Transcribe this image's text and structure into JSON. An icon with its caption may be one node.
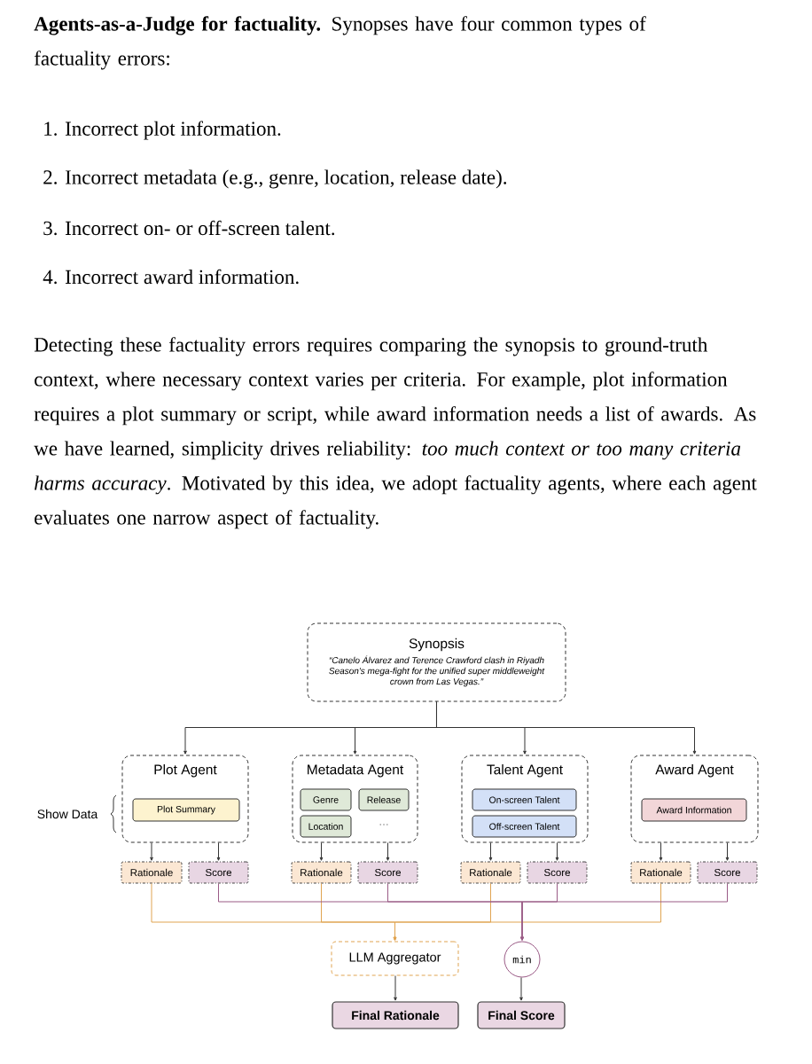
{
  "diagram": {
    "nodes": [
      {
        "text": [
          "Synopsis",
          "“Canelo Álvarez and Terence Crawford clash in Riyadh Season's mega-fight for the unified super middleweight crown from Las Vegas.”"
        ]
      },
      {
        "text": [
          "Plot Agent"
        ]
      },
      {
        "text": [
          "Plot Summary"
        ],
        "in": 1
      },
      {
        "text": [
          "Metadata Agent"
        ]
      },
      {
        "text": [
          "Genre"
        ],
        "in": 3
      },
      {
        "text": [
          "Release"
        ],
        "in": 3
      },
      {
        "text": [
          "Location"
        ],
        "in": 3
      },
      {
        "text": [
          "Talent Agent"
        ]
      },
      {
        "text": [
          "On-screen Talent"
        ],
        "in": 7
      },
      {
        "text": [
          "Off-screen Talent"
        ],
        "in": 7
      },
      {
        "text": [
          "Award Agent"
        ]
      },
      {
        "text": [
          "Award Information"
        ],
        "in": 10
      },
      {
        "text": [
          "Rationale"
        ]
      },
      {
        "text": [
          "Score"
        ]
      },
      {
        "text": [
          "Rationale"
        ]
      },
      {
        "text": [
          "Score"
        ]
      },
      {
        "text": [
          "Rationale"
        ]
      },
      {
        "text": [
          "Score"
        ]
      },
      {
        "text": [
          "Rationale"
        ]
      },
      {
        "text": [
          "Score"
        ]
      },
      {
        "text": [
          "LLM Aggregator"
        ]
      },
      {
        "text": [
          "min"
        ]
      },
      {
        "text": [
          "Final Rationale"
        ]
      },
      {
        "text": [
          "Final Score"
        ]
      }
    ],
    "edges": [
      {
        "from": 0,
        "to": 1,
        "arrow": "to"
      },
      {
        "from": 0,
        "to": 3,
        "arrow": "to"
      },
      {
        "from": 0,
        "to": 7,
        "arrow": "to"
      },
      {
        "from": 0,
        "to": 10,
        "arrow": "to"
      },
      {
        "from": 1,
        "to": 12,
        "arrow": "to"
      },
      {
        "from": 1,
        "to": 13,
        "arrow": "to"
      },
      {
        "from": 3,
        "to": 14,
        "arrow": "to"
      },
      {
        "from": 3,
        "to": 15,
        "arrow": "to"
      },
      {
        "from": 7,
        "to": 16,
        "arrow": "to"
      },
      {
        "from": 7,
        "to": 17,
        "arrow": "to"
      },
      {
        "from": 10,
        "to": 18,
        "arrow": "to"
      },
      {
        "from": 10,
        "to": 19,
        "arrow": "to"
      },
      {
        "from": 12,
        "to": 20,
        "arrow": "to",
        "color": "#e0a450"
      },
      {
        "from": 14,
        "to": 20,
        "arrow": "to",
        "color": "#e0a450"
      },
      {
        "from": 16,
        "to": 20,
        "arrow": "to",
        "color": "#e0a450"
      },
      {
        "from": 18,
        "to": 20,
        "arrow": "to",
        "color": "#e0a450"
      },
      {
        "from": 13,
        "to": 21,
        "arrow": "to",
        "color": "#9a5a86"
      },
      {
        "from": 15,
        "to": 21,
        "arrow": "to",
        "color": "#9a5a86"
      },
      {
        "from": 17,
        "to": 21,
        "arrow": "to",
        "color": "#9a5a86"
      },
      {
        "from": 19,
        "to": 21,
        "arrow": "to",
        "color": "#9a5a86"
      },
      {
        "from": 20,
        "to": 22,
        "arrow": "to"
      },
      {
        "from": 21,
        "to": 23,
        "arrow": "to"
      }
    ],
    "labels": [
      "**Agents-as-a-Judge for factuality.** Synopses have four common types of factuality errors:",
      "1. Incorrect plot information.",
      "2. Incorrect metadata (e.g., genre, location, release date).",
      "3. Incorrect on- or off-screen talent.",
      "4. Incorrect award information.",
      "Detecting these factuality errors requires comparing the synopsis to ground-truth context, where necessary context varies per criteria. For example, plot information requires a plot summary or script, while award information needs a list of awards. As we have learned, simplicity drives reliability: *too much context or too many criteria harms accuracy*. Motivated by this idea, we adopt factuality agents, where each agent evaluates one narrow aspect of factuality.",
      "Show Data",
      "…"
    ]
  }
}
